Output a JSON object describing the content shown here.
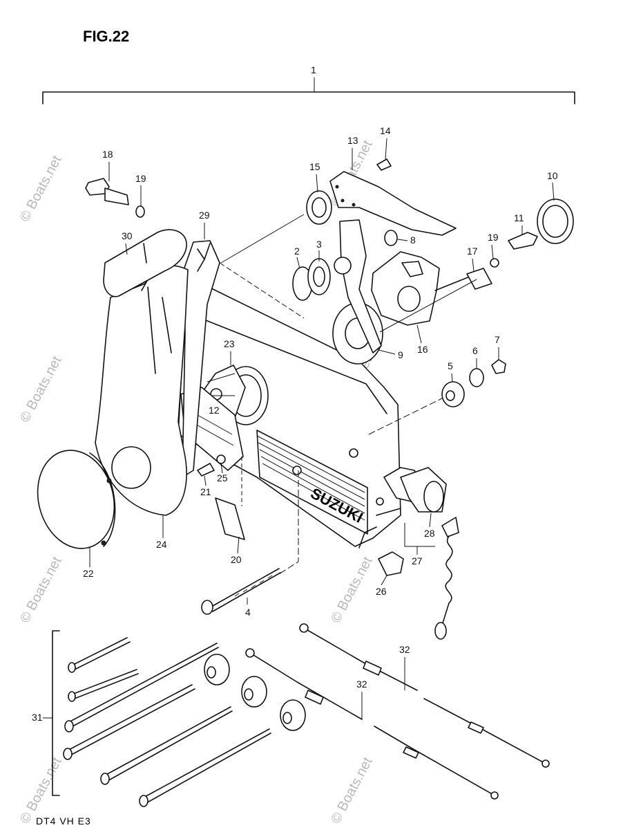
{
  "figure_title": "FIG.22",
  "model_code": "DT4 VH E3",
  "brand_label": "SUZUKI",
  "watermark": "© Boats.net",
  "callouts": {
    "c1": "1",
    "c2": "2",
    "c3": "3",
    "c4": "4",
    "c5": "5",
    "c6": "6",
    "c7": "7",
    "c8": "8",
    "c9": "9",
    "c10": "10",
    "c11": "11",
    "c12": "12",
    "c13": "13",
    "c14": "14",
    "c15": "15",
    "c16": "16",
    "c17": "17",
    "c18": "18",
    "c19a": "19",
    "c19b": "19",
    "c20": "20",
    "c21": "21",
    "c22": "22",
    "c23": "23",
    "c24": "24",
    "c25": "25",
    "c26": "26",
    "c27": "27",
    "c28": "28",
    "c29": "29",
    "c30": "30",
    "c31": "31",
    "c32a": "32",
    "c32b": "32"
  }
}
